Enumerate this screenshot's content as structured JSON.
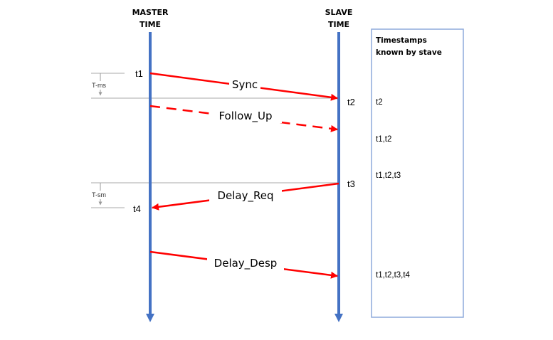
{
  "headers": {
    "master_line1": "MASTER",
    "master_line2": "TIME",
    "slave_line1": "SLAVE",
    "slave_line2": "TIME"
  },
  "times": {
    "t1": "t1",
    "t2": "t2",
    "t3": "t3",
    "t4": "t4"
  },
  "intervals": {
    "ms": "T-ms",
    "sm": "T-sm"
  },
  "messages": {
    "sync": "Sync",
    "follow_up": "Follow_Up",
    "delay_req": "Delay_Req",
    "delay_resp": "Delay_Desp"
  },
  "timestamps_box": {
    "title_line1": "Timestamps",
    "title_line2": "known by stave",
    "rows": [
      "t2",
      "t1,t2",
      "t1,t2,t3",
      "t1,t2,t3,t4"
    ]
  },
  "colors": {
    "timeline": "#4472c4",
    "message": "#ff0000",
    "box_border": "#8eaadb"
  }
}
